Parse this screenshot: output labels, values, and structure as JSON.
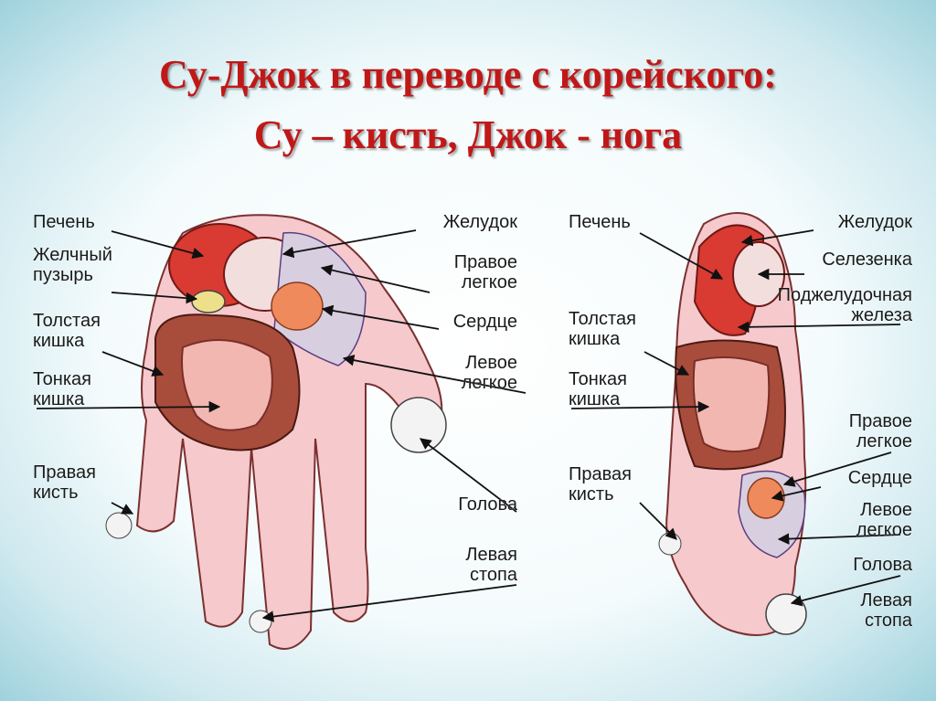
{
  "title": {
    "line1": "Су-Джок в переводе с корейского:",
    "line2": "Су – кисть, Джок - нога"
  },
  "hand": {
    "left_labels": [
      "Печень",
      "Желчный\nпузырь",
      "Толстая\nкишка",
      "Тонкая\nкишка",
      "Правая\nкисть"
    ],
    "right_labels": [
      "Желудок",
      "Правое\nлегкое",
      "Сердце",
      "Левое\nлегкое",
      "Голова",
      "Левая\nстопа"
    ]
  },
  "foot": {
    "left_labels": [
      "Печень",
      "Толстая\nкишка",
      "Тонкая\nкишка",
      "Правая\nкисть"
    ],
    "right_labels": [
      "Желудок",
      "Селезенка",
      "Поджелудочная\nжелеза",
      "Правое\nлегкое",
      "Сердце",
      "Левое\nлегкое",
      "Голова",
      "Левая\nстопа"
    ]
  },
  "colors": {
    "title": "#c01818",
    "skin": "#f6c9cc",
    "liver": "#d93a32",
    "intestine": "#b8463a"
  }
}
